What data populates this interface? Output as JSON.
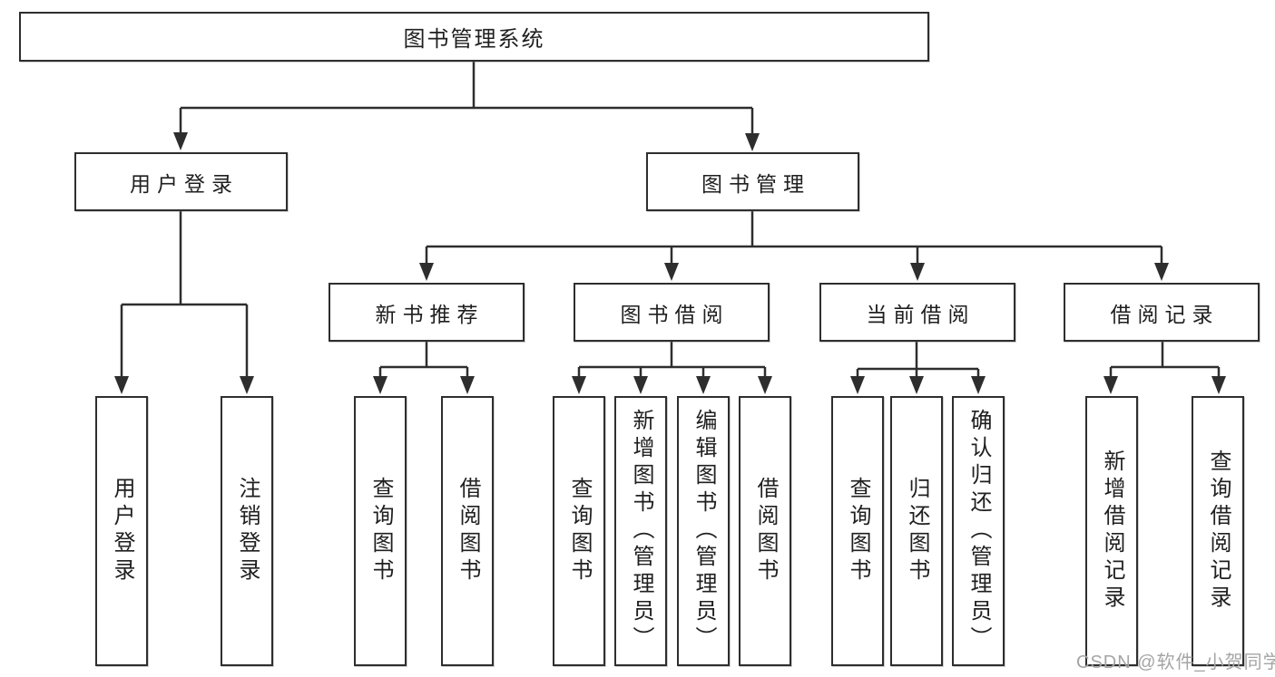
{
  "diagram_title": "图书管理系统",
  "tree": {
    "label": "图书管理系统",
    "children": [
      {
        "label": "用户登录",
        "children": [
          {
            "label": "用户登录"
          },
          {
            "label": "注销登录"
          }
        ]
      },
      {
        "label": "图书管理",
        "children": [
          {
            "label": "新书推荐",
            "children": [
              {
                "label": "查询图书"
              },
              {
                "label": "借阅图书"
              }
            ]
          },
          {
            "label": "图书借阅",
            "children": [
              {
                "label": "查询图书"
              },
              {
                "label": "新增图书（管理员）"
              },
              {
                "label": "编辑图书（管理员）"
              },
              {
                "label": "借阅图书"
              }
            ]
          },
          {
            "label": "当前借阅",
            "children": [
              {
                "label": "查询图书"
              },
              {
                "label": "归还图书"
              },
              {
                "label": "确认归还（管理员）"
              }
            ]
          },
          {
            "label": "借阅记录",
            "children": [
              {
                "label": "新增借阅记录"
              },
              {
                "label": "查询借阅记录"
              }
            ]
          }
        ]
      }
    ]
  },
  "watermark": {
    "text": "CSDN @软件_小贺同学"
  },
  "colors": {
    "line": "#2e2e2e",
    "box_border": "#2e2e2e",
    "text": "#1f1f1f",
    "watermark": "#a5a5a5",
    "background": "#ffffff"
  }
}
